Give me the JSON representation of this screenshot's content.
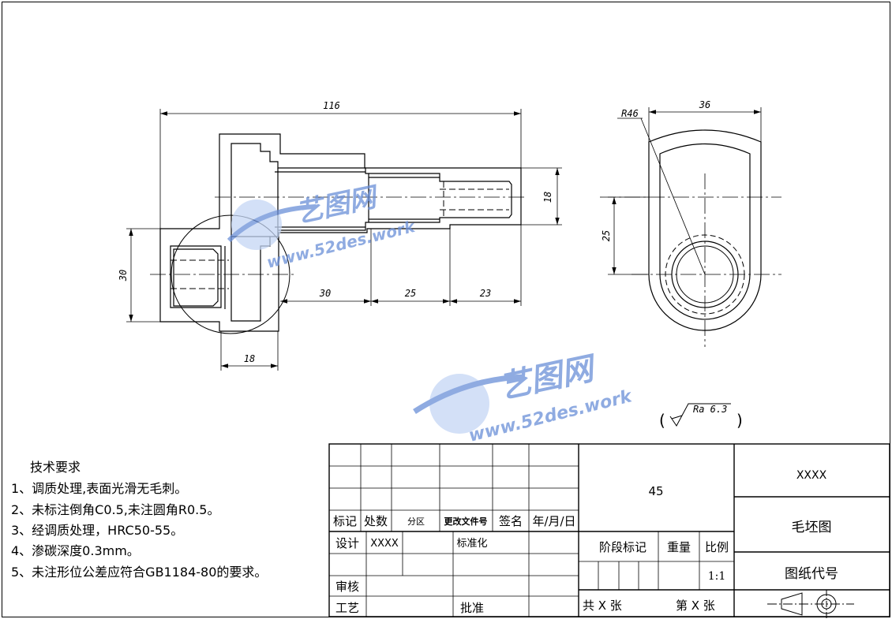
{
  "colors": {
    "line": "#000000",
    "watermark": "#6a8fd8",
    "watermark_light": "#c5d6f5"
  },
  "watermark": {
    "brand": "艺图网",
    "url": "www.52des.work"
  },
  "dimensions": {
    "overall_length": "116",
    "left_height": "30",
    "flange_width": "18",
    "step1": "30",
    "step2": "25",
    "step3": "23",
    "shaft_height": "18",
    "side_width": "36",
    "side_radius": "R46",
    "side_height": "25"
  },
  "surface_finish": {
    "open": "(",
    "value": "Ra 6.3",
    "close": ")"
  },
  "notes": {
    "title": "技术要求",
    "items": [
      "1、调质处理,表面光滑无毛刺。",
      "2、未标注倒角C0.5,未注圆角R0.5。",
      "3、经调质处理，HRC50-55。",
      "4、渗碳深度0.3mm。",
      "5、未注形位公差应符合GB1184-80的要求。"
    ]
  },
  "title_block": {
    "rev_headers": [
      "标记",
      "处数",
      "分区",
      "更改文件号",
      "签名",
      "年/月/日"
    ],
    "design_label": "设计",
    "designer": "XXXX",
    "standardize_label": "标准化",
    "review_label": "审核",
    "process_label": "工艺",
    "approve_label": "批准",
    "material": "45",
    "stage_label": "阶段标记",
    "weight_label": "重量",
    "scale_label": "比例",
    "scale_value": "1:1",
    "sheets_total": "共 X 张",
    "sheet_no": "第 X 张",
    "company": "XXXX",
    "drawing_name": "毛坯图",
    "drawing_code_label": "图纸代号"
  }
}
